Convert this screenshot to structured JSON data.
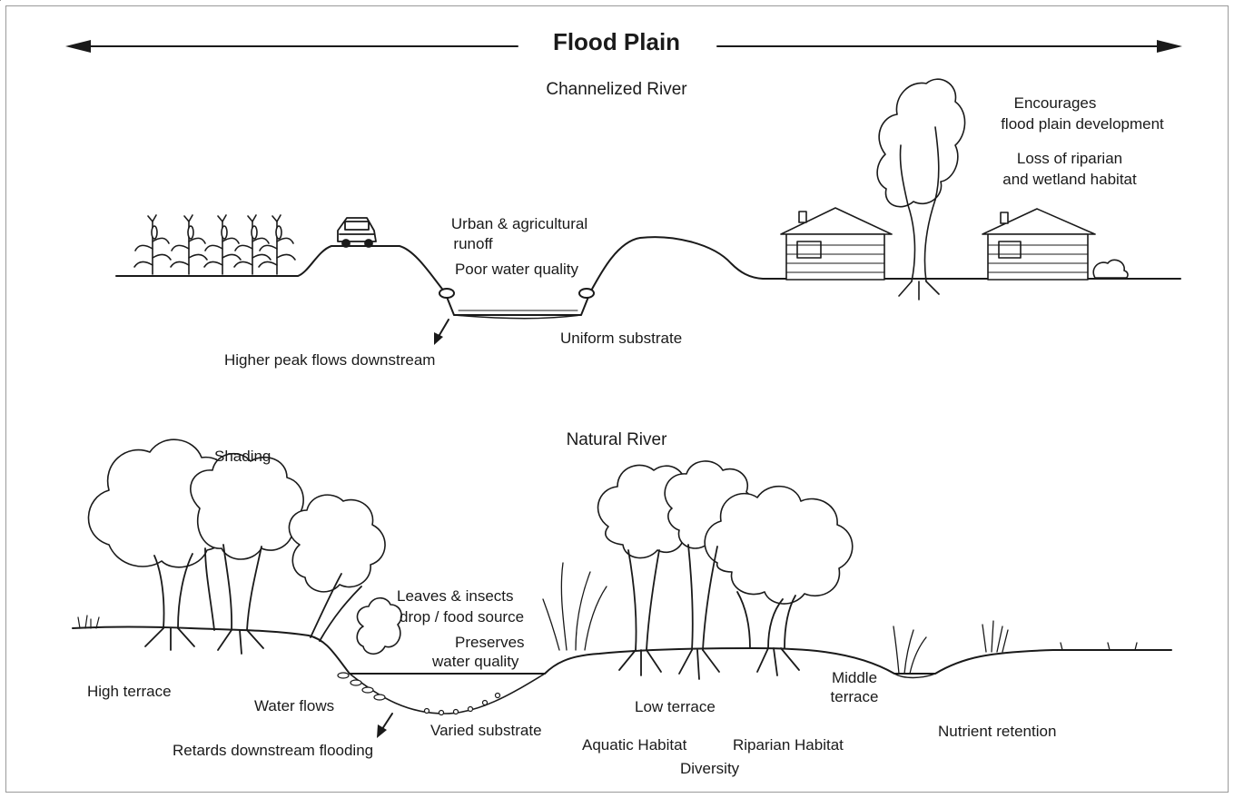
{
  "title": "Flood Plain",
  "channelized": {
    "heading": "Channelized River",
    "labels": {
      "runoff": "Urban & agricultural runoff",
      "runoff_line1": "Urban & agricultural",
      "runoff_line2": "runoff",
      "water_quality": "Poor water quality",
      "substrate": "Uniform substrate",
      "peak_flows": "Higher peak flows downstream",
      "encourages_line1": "Encourages",
      "encourages_line2": "flood plain development",
      "loss_line1": "Loss of riparian",
      "loss_line2": "and wetland habitat"
    }
  },
  "natural": {
    "heading": "Natural River",
    "labels": {
      "shading": "Shading",
      "leaves_line1": "Leaves & insects",
      "leaves_line2": "drop / food source",
      "preserves_line1": "Preserves",
      "preserves_line2": "water quality",
      "high_terrace": "High terrace",
      "water_flows": "Water flows",
      "retards": "Retards downstream flooding",
      "varied_substrate": "Varied substrate",
      "low_terrace": "Low terrace",
      "aquatic_habitat": "Aquatic Habitat",
      "riparian_habitat": "Riparian Habitat",
      "diversity": "Diversity",
      "middle_line1": "Middle",
      "middle_line2": "terrace",
      "nutrient": "Nutrient retention"
    }
  },
  "colors": {
    "ink": "#1a1a1a",
    "frame": "#9a9a9a",
    "paper": "#ffffff"
  }
}
